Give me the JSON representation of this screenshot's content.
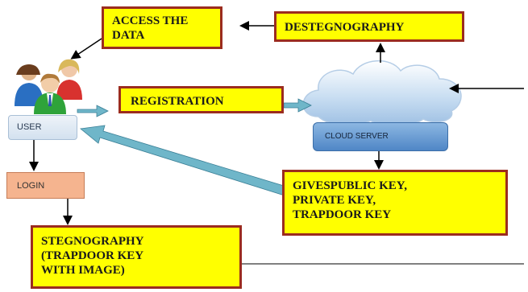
{
  "boxes": {
    "access_data": "ACCESS THE\nDATA",
    "destegnography": "DESTEGNOGRAPHY",
    "registration": "REGISTRATION",
    "keys": "GIVESPUBLIC KEY,\nPRIVATE KEY,\nTRAPDOOR KEY",
    "stegnography": "STEGNOGRAPHY\n(TRAPDOOR KEY\nWITH IMAGE)"
  },
  "nodes": {
    "user": "USER",
    "login": "LOGIN",
    "cloud_server": "CLOUD SERVER"
  },
  "colors": {
    "box_fill": "#ffff00",
    "box_border": "#9b2c1f",
    "connector_blue": "#6fb6c9",
    "cloud_fill": "#c9def2"
  },
  "icons": [
    "users-group-icon",
    "cloud-icon"
  ]
}
